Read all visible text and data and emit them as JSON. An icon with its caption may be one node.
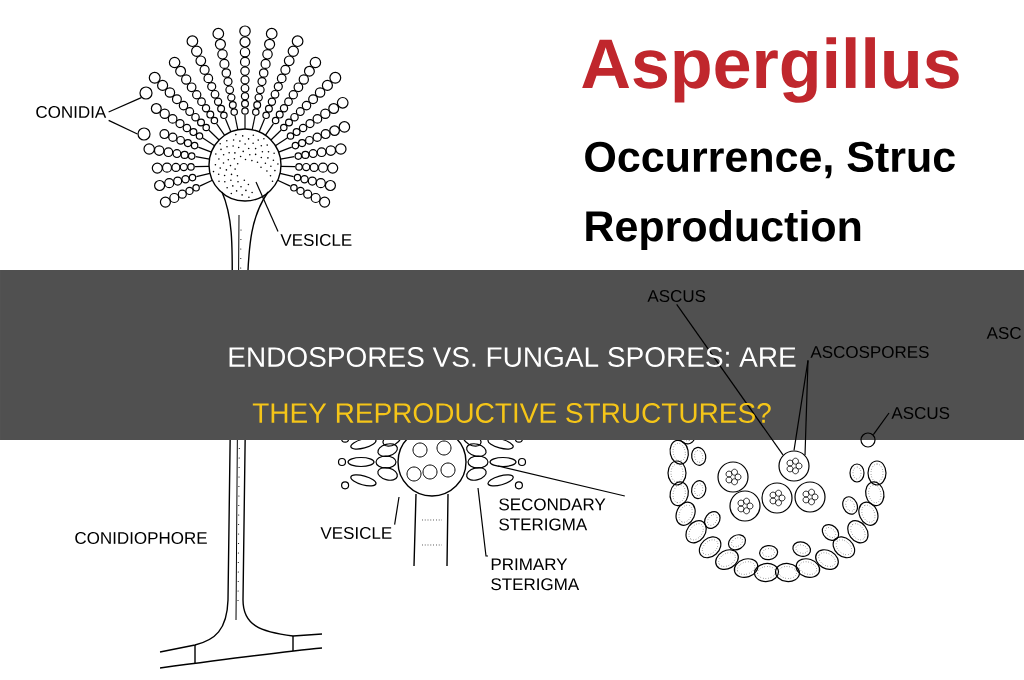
{
  "diagram": {
    "nodes": [
      {
        "text": [
          "CONIDIA"
        ]
      },
      {
        "text": [
          "VESICLE"
        ]
      },
      {
        "text": [
          "VESICLE"
        ]
      },
      {
        "text": [
          "SECONDARY STERIGMA"
        ]
      },
      {
        "text": [
          "PRIMARY STERIGMA"
        ]
      },
      {
        "text": [
          "ASCUS"
        ]
      },
      {
        "text": [
          "ASCOSPORES"
        ]
      },
      {
        "text": [
          "ASCUS"
        ]
      },
      {
        "text": [],
        "shape": "circle"
      },
      {
        "text": [],
        "shape": "circle"
      },
      {
        "text": [],
        "shape": "circle"
      },
      {
        "text": [],
        "shape": "circle"
      }
    ],
    "edges": [
      {
        "from": 0,
        "to": 9,
        "arrow": "none"
      },
      {
        "from": 0,
        "to": 10,
        "arrow": "none"
      },
      {
        "from": 1,
        "to": null,
        "arrow": "none"
      },
      {
        "from": 2,
        "to": null,
        "arrow": "none"
      },
      {
        "from": 3,
        "to": null,
        "arrow": "none"
      },
      {
        "from": 4,
        "to": null,
        "arrow": "none"
      },
      {
        "from": 5,
        "to": 8,
        "arrow": "none"
      },
      {
        "from": 6,
        "to": 8,
        "arrow": "none"
      },
      {
        "from": 6,
        "to": 8,
        "arrow": "none"
      },
      {
        "from": 7,
        "to": 11,
        "arrow": "none"
      }
    ],
    "labels": [
      "Aspergillus",
      "Occurrence, Struc",
      "Reproduction",
      "CONIDIOPHORE",
      "ASC",
      "ENDOSPORES VS. FUNGAL SPORES: ARE",
      "THEY REPRODUCTIVE STRUCTURES?"
    ]
  }
}
